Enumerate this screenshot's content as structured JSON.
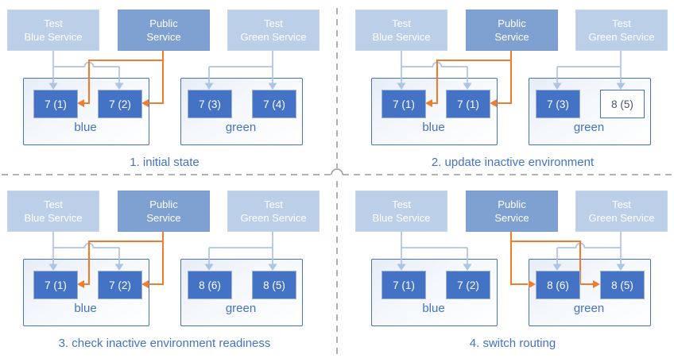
{
  "colors": {
    "pod_fill": "#4472c4",
    "pod_border": "#9db0d6",
    "pod_text": "#ffffff",
    "outline_pod_fill": "#ffffff",
    "outline_pod_text": "#44546a",
    "service_light_fill": "#bccfe9",
    "service_public_fill": "#7fa1d2",
    "service_text": "#ffffff",
    "env_border": "#4472c4",
    "env_label_text": "#4472c4",
    "caption_text": "#4472c4",
    "wire_blue": "#aec4e4",
    "wire_orange": "#ed7d31",
    "divider_gray": "#9a9a9a"
  },
  "panels": [
    {
      "caption": "1. initial state",
      "public_routing": "blue",
      "services": {
        "test_blue": {
          "line1": "Test",
          "line2": "Blue Service"
        },
        "public": {
          "line1": "Public",
          "line2": "Service"
        },
        "test_green": {
          "line1": "Test",
          "line2": "Green Service"
        }
      },
      "blue_env": {
        "label": "blue",
        "pods": [
          {
            "label": "7 (1)",
            "variant": "solid"
          },
          {
            "label": "7 (2)",
            "variant": "solid"
          }
        ]
      },
      "green_env": {
        "label": "green",
        "pods": [
          {
            "label": "7 (3)",
            "variant": "solid"
          },
          {
            "label": "7 (4)",
            "variant": "solid"
          }
        ]
      }
    },
    {
      "caption": "2. update inactive environment",
      "public_routing": "blue",
      "services": {
        "test_blue": {
          "line1": "Test",
          "line2": "Blue Service"
        },
        "public": {
          "line1": "Public",
          "line2": "Service"
        },
        "test_green": {
          "line1": "Test",
          "line2": "Green Service"
        }
      },
      "blue_env": {
        "label": "blue",
        "pods": [
          {
            "label": "7 (1)",
            "variant": "solid"
          },
          {
            "label": "7 (1)",
            "variant": "solid"
          }
        ]
      },
      "green_env": {
        "label": "green",
        "pods": [
          {
            "label": "7 (3)",
            "variant": "solid"
          },
          {
            "label": "8 (5)",
            "variant": "outline"
          }
        ]
      }
    },
    {
      "caption": "3. check inactive environment readiness",
      "public_routing": "blue",
      "services": {
        "test_blue": {
          "line1": "Test",
          "line2": "Blue Service"
        },
        "public": {
          "line1": "Public",
          "line2": "Service"
        },
        "test_green": {
          "line1": "Test",
          "line2": "Green Service"
        }
      },
      "blue_env": {
        "label": "blue",
        "pods": [
          {
            "label": "7 (1)",
            "variant": "solid"
          },
          {
            "label": "7 (2)",
            "variant": "solid"
          }
        ]
      },
      "green_env": {
        "label": "green",
        "pods": [
          {
            "label": "8 (6)",
            "variant": "solid"
          },
          {
            "label": "8 (5)",
            "variant": "solid"
          }
        ]
      }
    },
    {
      "caption": "4. switch routing",
      "public_routing": "green",
      "services": {
        "test_blue": {
          "line1": "Test",
          "line2": "Blue Service"
        },
        "public": {
          "line1": "Public",
          "line2": "Service"
        },
        "test_green": {
          "line1": "Test",
          "line2": "Green Service"
        }
      },
      "blue_env": {
        "label": "blue",
        "pods": [
          {
            "label": "7 (1)",
            "variant": "solid"
          },
          {
            "label": "7 (2)",
            "variant": "solid"
          }
        ]
      },
      "green_env": {
        "label": "green",
        "pods": [
          {
            "label": "8 (6)",
            "variant": "solid"
          },
          {
            "label": "8 (5)",
            "variant": "solid"
          }
        ]
      }
    }
  ]
}
